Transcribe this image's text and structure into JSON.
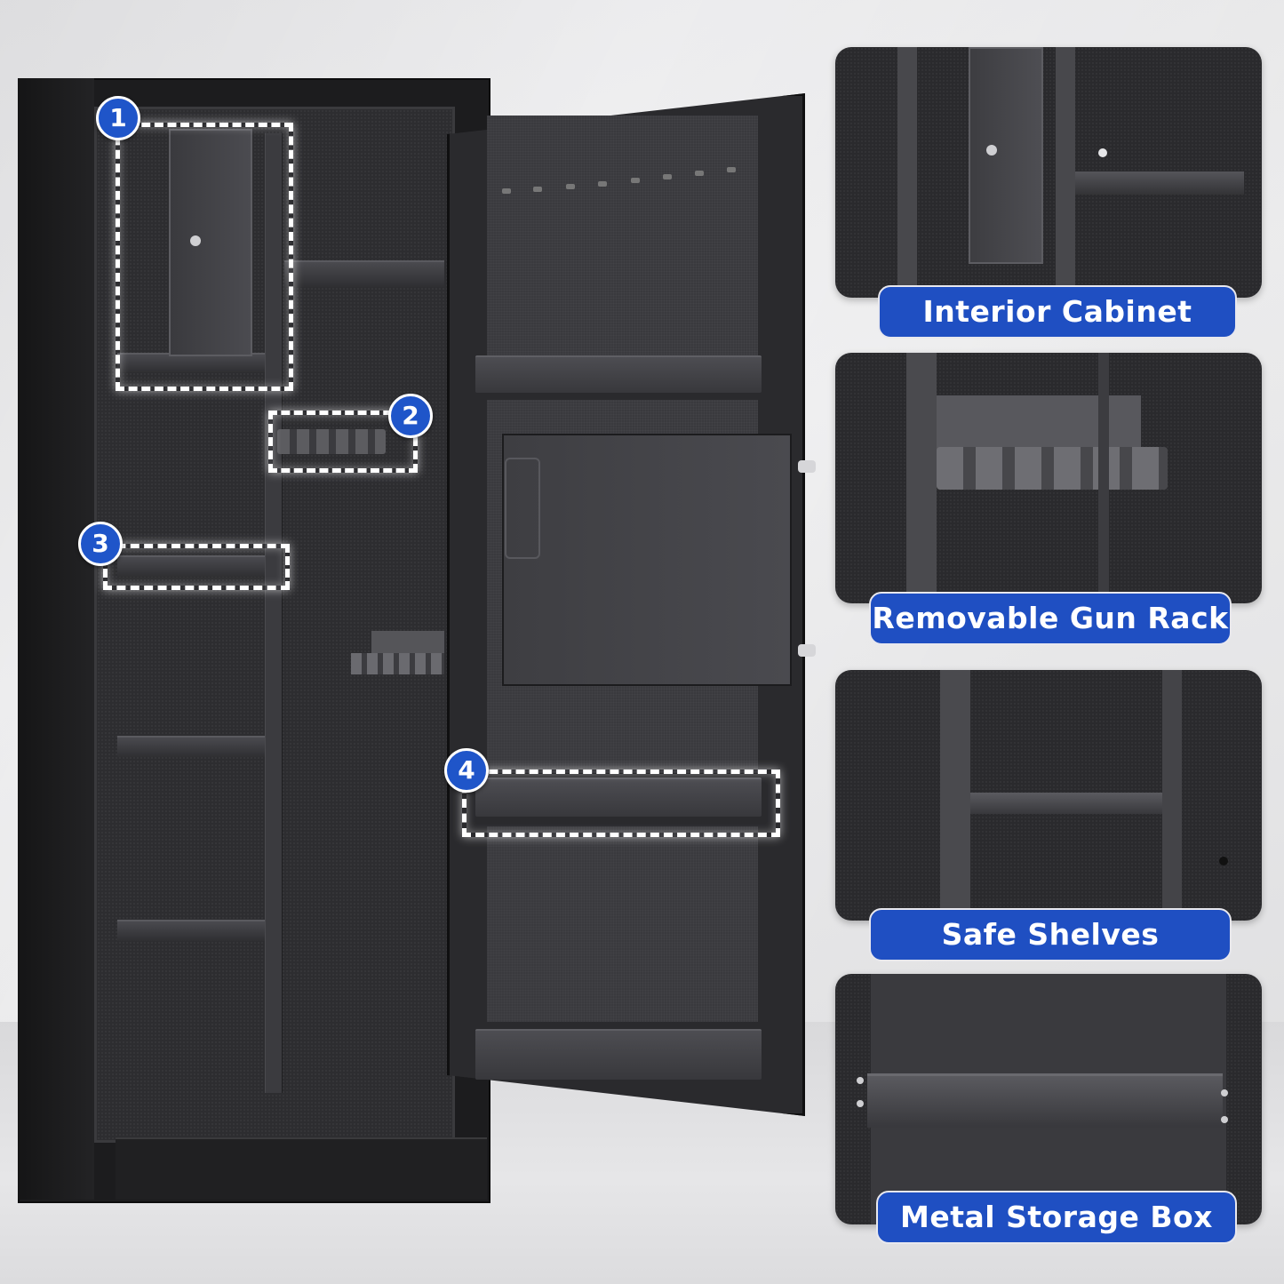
{
  "callouts": {
    "badge_1": "1",
    "badge_2": "2",
    "badge_3": "3",
    "badge_4": "4"
  },
  "features": [
    {
      "label": "Interior Cabinet",
      "icon": "interior-cabinet"
    },
    {
      "label": "Removable Gun Rack",
      "icon": "gun-rack"
    },
    {
      "label": "Safe Shelves",
      "icon": "shelves"
    },
    {
      "label": "Metal Storage Box",
      "icon": "storage-box"
    }
  ],
  "colors": {
    "badge_blue": "#1f55c9",
    "label_blue": "#1f4fc2",
    "safe_black": "#1c1c1e",
    "highlight": "#ffffff"
  }
}
